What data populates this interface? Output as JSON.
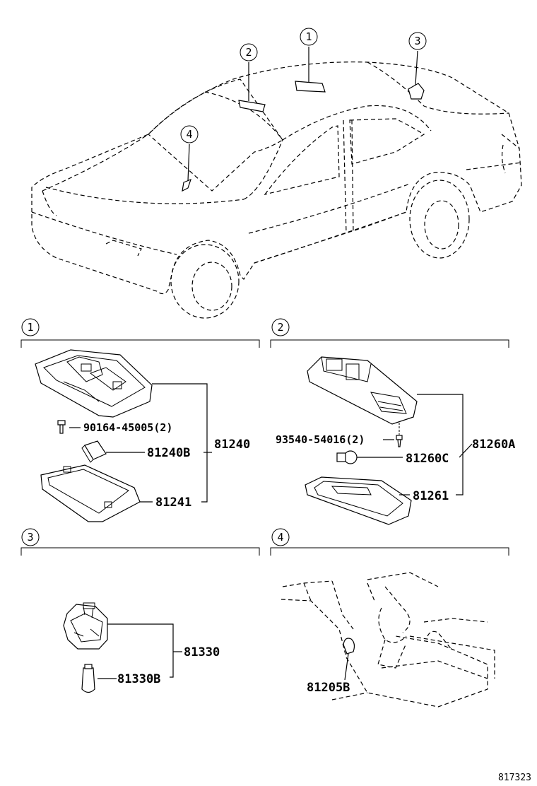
{
  "callouts": {
    "c1": "1",
    "c2": "2",
    "c3": "3",
    "c4": "4"
  },
  "sections": {
    "s1": {
      "number": "1",
      "parts": {
        "screw": "90164-45005(2)",
        "bulb": "81240B",
        "lens": "81241",
        "assembly": "81240"
      }
    },
    "s2": {
      "number": "2",
      "parts": {
        "screw": "93540-54016(2)",
        "bulb": "81260C",
        "lens": "81261",
        "assembly": "81260A"
      }
    },
    "s3": {
      "number": "3",
      "parts": {
        "assembly": "81330",
        "bulb": "81330B"
      }
    },
    "s4": {
      "number": "4",
      "parts": {
        "bulb": "81205B"
      }
    }
  },
  "figure_id": "817323"
}
